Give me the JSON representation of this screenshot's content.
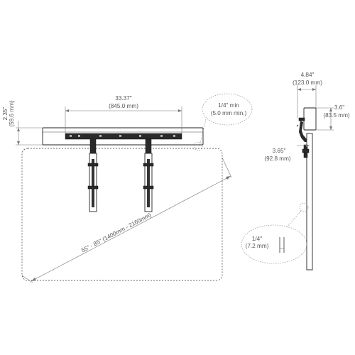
{
  "front_view": {
    "bar_width_in": "33.37\"",
    "bar_width_mm": "(845.0 mm)",
    "bar_height_in": "2.35\"",
    "bar_height_mm": "(59.6 mm)",
    "gap_in": "1/4\" min",
    "gap_mm": "(5.0 mm min.)",
    "tv_size": "55\" - 85\" (1400mm - 2160mm)"
  },
  "side_view": {
    "depth_in": "4.84\"",
    "depth_mm": "(123.0 mm)",
    "height_in": "3.6\"",
    "height_mm": "(83.5 mm)",
    "offset_in": "3.65\"",
    "offset_mm": "(92.8 mm)",
    "gap_in": "1/4\"",
    "gap_mm": "(7.2 mm)"
  }
}
